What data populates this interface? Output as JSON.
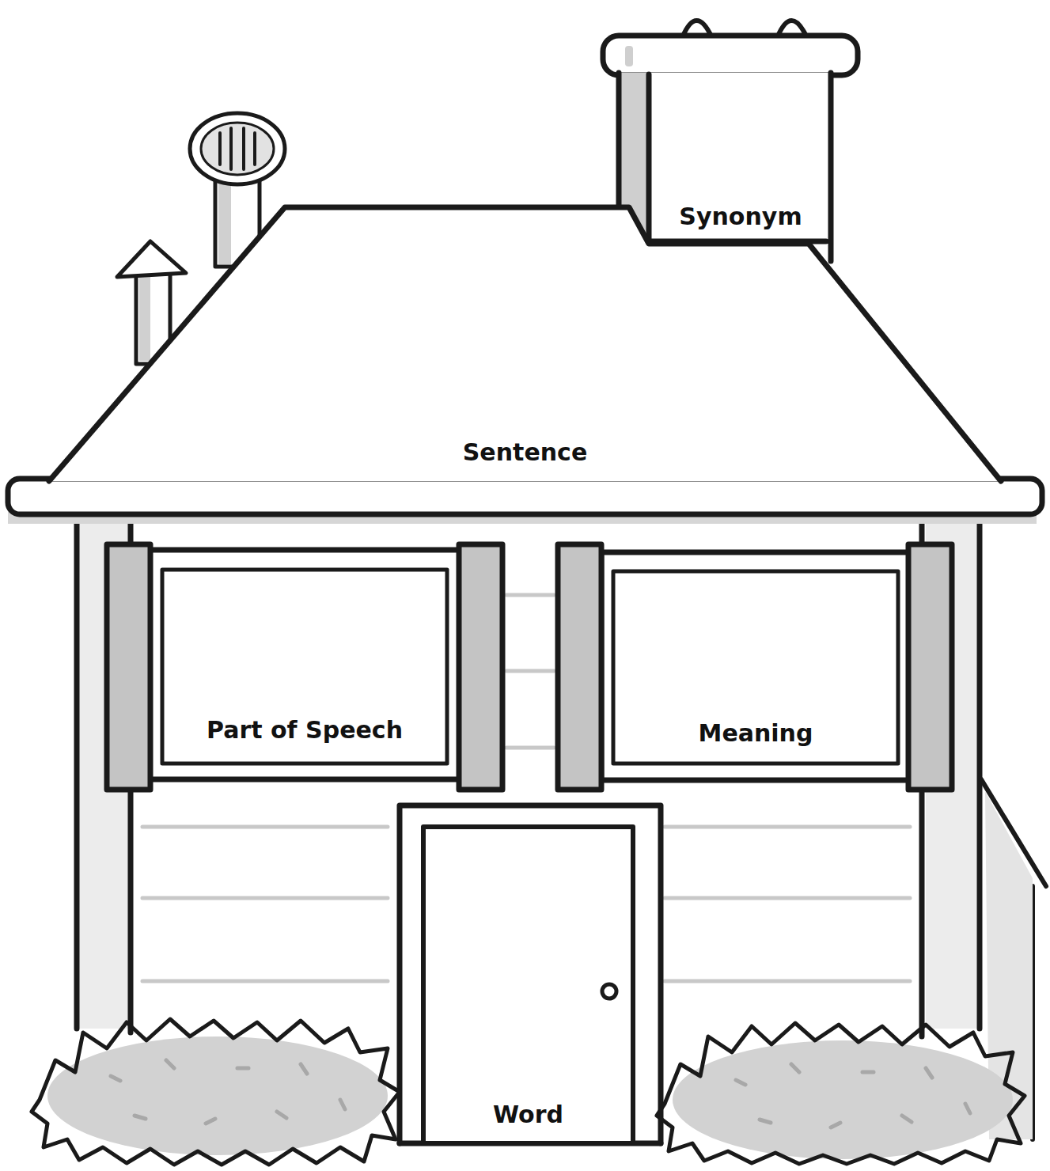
{
  "diagram": {
    "nodes": [
      {
        "text": [
          "Synonym"
        ]
      },
      {
        "text": [
          "Sentence"
        ]
      },
      {
        "text": [
          "Part of Speech"
        ]
      },
      {
        "text": [
          "Meaning"
        ]
      },
      {
        "text": [
          "Word"
        ]
      }
    ]
  }
}
